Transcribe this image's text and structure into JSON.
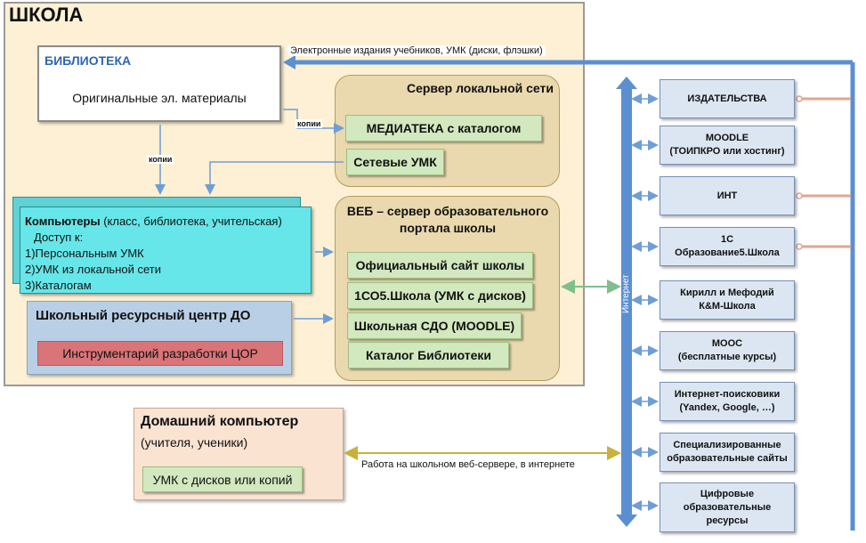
{
  "school": {
    "title": "ШКОЛА",
    "library": {
      "title": "БИБЛИОТЕКА",
      "subtitle": "Оригинальные эл. материалы"
    },
    "copies_label_1": "копии",
    "copies_label_2": "копии",
    "local_server": {
      "title": "Сервер локальной сети",
      "items": [
        "МЕДИАТЕКА с каталогом",
        "Сетевые УМК"
      ]
    },
    "computers": {
      "title": "Компьютеры",
      "title_rest": " (класс, библиотека, учительская)",
      "lines": [
        "Доступ к:",
        "1)Персональным УМК",
        "2)УМК из локальной сети",
        "3)Каталогам"
      ]
    },
    "resource_center": {
      "title": "Школьный ресурсный центр ДО",
      "tool": "Инструментарий разработки ЦОР"
    },
    "web_server": {
      "title_line1": "ВЕБ – сервер образовательного",
      "title_line2": "портала школы",
      "items": [
        "Официальный  сайт школы",
        "1СО5.Школа (УМК с дисков)",
        "Школьная СДО (MOODLE)",
        "Каталог Библиотеки"
      ]
    }
  },
  "top_arrow_label": "Электронные издания учебников,  УМК (диски, флэшки)",
  "internet_label": "Интернет",
  "home": {
    "title": "Домашний компьютер",
    "subtitle": "(учителя, ученики)",
    "item": "УМК с дисков или копий",
    "link_label": "Работа на школьном веб-сервере, в интернете"
  },
  "external": [
    "ИЗДАТЕЛЬСТВА",
    "MOODLE\n(ТОИПКРО или хостинг)",
    "ИНТ",
    "1С\nОбразование5.Школа",
    "Кирилл и Мефодий\nК&М-Школа",
    "МООС\n(бесплатные курсы)",
    "Интернет-поисковики\n(Yandex, Google, …)",
    "Специализированные\nобразовательные сайты",
    "Цифровые\nобразовательные\nресурсы"
  ],
  "colors": {
    "school_bg": "#fdf0d4",
    "server_bg": "#ead9ae",
    "item_green": "#d2e8be",
    "computers_cyan": "#66e6e8",
    "resource_blue": "#b8cfe6",
    "tool_red": "#d97479",
    "home_bg": "#fbe3d2",
    "external_bg": "#dce6f2",
    "internet_bus": "#5b8fd1"
  }
}
